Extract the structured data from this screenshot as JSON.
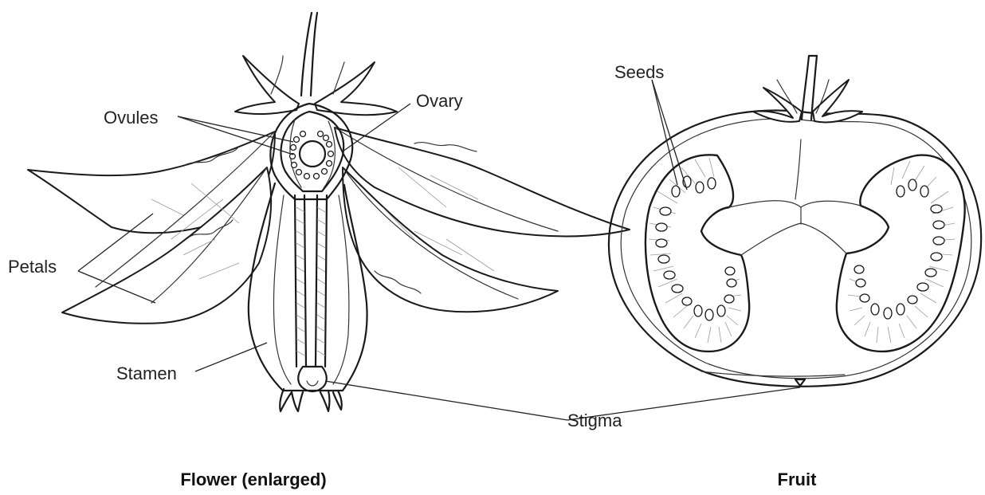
{
  "labels": {
    "ovules": "Ovules",
    "ovary": "Ovary",
    "petals": "Petals",
    "stamen": "Stamen",
    "stigma": "Stigma",
    "seeds": "Seeds"
  },
  "captions": {
    "flower": "Flower (enlarged)",
    "fruit": "Fruit"
  },
  "colors": {
    "ink": "#1a1a1a",
    "label_text": "#222222",
    "background": "#ffffff"
  }
}
